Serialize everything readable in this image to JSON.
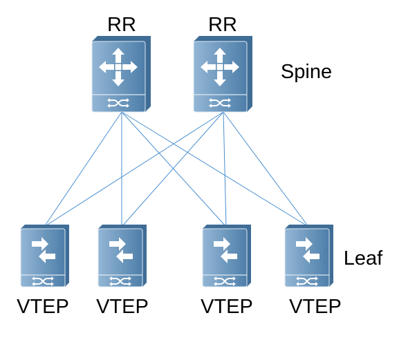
{
  "spines": [
    {
      "top_label": "RR"
    },
    {
      "top_label": "RR"
    }
  ],
  "spine_layer_label": "Spine",
  "leaves": [
    {
      "label": "VTEP"
    },
    {
      "label": "VTEP"
    },
    {
      "label": "VTEP"
    },
    {
      "label": "VTEP"
    }
  ],
  "leaf_layer_label": "Leaf",
  "links": "full-mesh",
  "colors": {
    "link": "#4a8fd0",
    "device_dark": "#4f7fa8",
    "device_light": "#8fb3d3",
    "device_side": "#3f6d96"
  }
}
